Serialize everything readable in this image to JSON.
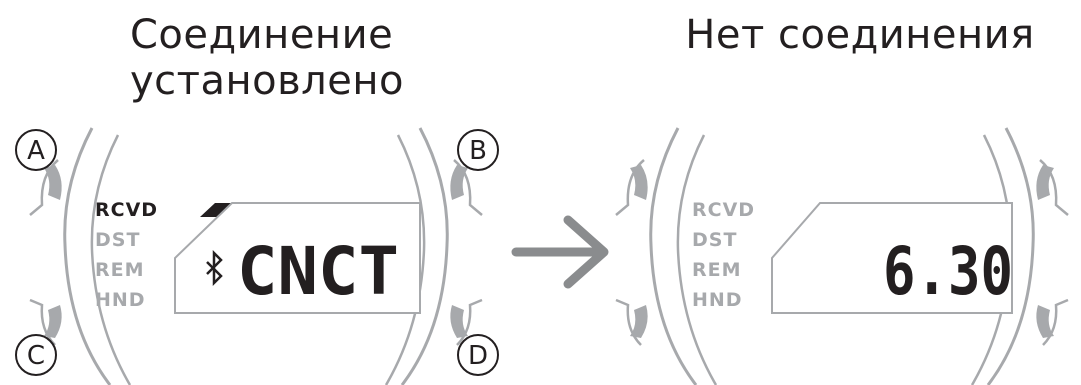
{
  "left_panel": {
    "title_line1": "Соединение",
    "title_line2": "установлено",
    "modes": [
      "RCVD",
      "DST",
      "REM",
      "HND"
    ],
    "active_mode": "RCVD",
    "display_text": "CNCT",
    "buttons": [
      "A",
      "B",
      "C",
      "D"
    ]
  },
  "right_panel": {
    "title": "Нет соединения",
    "modes": [
      "RCVD",
      "DST",
      "REM",
      "HND"
    ],
    "display_text": "6.30"
  },
  "colors": {
    "ink": "#231f20",
    "grey": "#a7a9ac",
    "arrow": "#8a8c8e"
  },
  "icons": {
    "bluetooth": "bluetooth-icon",
    "arrow": "arrow-right-icon"
  }
}
